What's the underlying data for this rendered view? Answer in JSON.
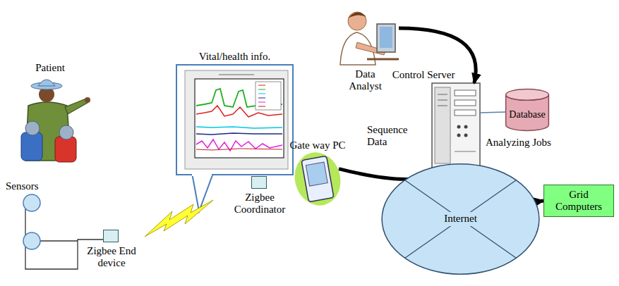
{
  "diagram": {
    "nodes": [
      {
        "text": [
          "Patient"
        ]
      },
      {
        "text": [
          "Vital/health info."
        ]
      },
      {
        "text": [
          "Data Analyst"
        ]
      },
      {
        "text": [
          "Control Server"
        ]
      },
      {
        "text": [
          "Database"
        ]
      },
      {
        "text": [
          "Zigbee End device"
        ]
      },
      {
        "text": [
          "Zigbee Coordinator"
        ]
      },
      {
        "text": [
          "Gate way PC"
        ]
      },
      {
        "text": [
          "Internet"
        ]
      },
      {
        "text": [
          "Grid Computers"
        ]
      }
    ],
    "edges": [
      {
        "from": 2,
        "to": 3,
        "arrow": "to"
      },
      {
        "from": 7,
        "to": 3,
        "label": "Sequence Data",
        "arrow": "to"
      },
      {
        "from": 3,
        "to": 9,
        "label": "Analyzing Jobs",
        "arrow": "to"
      },
      {
        "from": 3,
        "to": 4,
        "arrow": "none"
      }
    ],
    "labels": [
      "Sensors"
    ]
  }
}
